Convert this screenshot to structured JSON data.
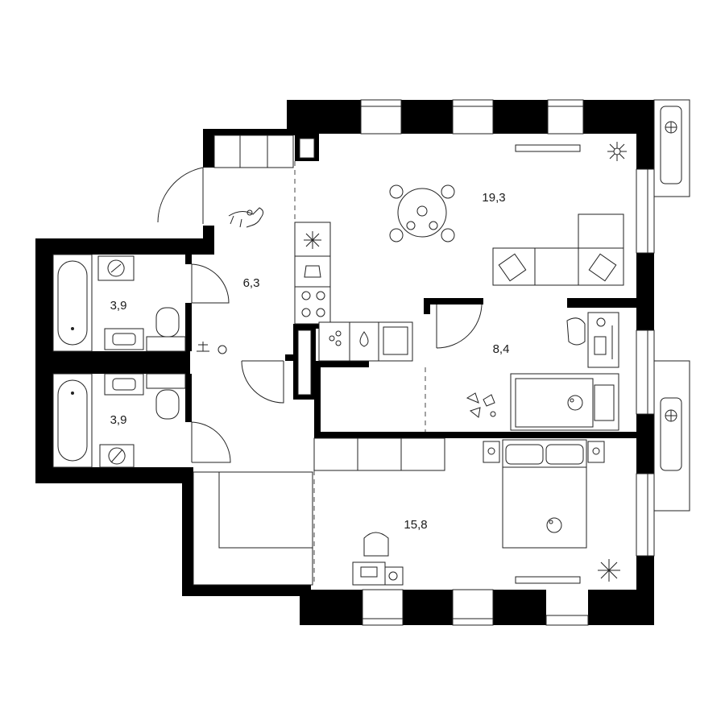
{
  "rooms": {
    "living_kitchen": {
      "area": "19,3"
    },
    "hall": {
      "area": "6,3"
    },
    "bathroom_1": {
      "area": "3,9"
    },
    "bathroom_2": {
      "area": "3,9"
    },
    "study": {
      "area": "8,4"
    },
    "bedroom": {
      "area": "15,8"
    }
  },
  "icons": {
    "dog": "dog-icon",
    "cat": "cat-icon",
    "plant": "plant-icon",
    "toys": "toys-icon",
    "snowflake": "snowflake-icon",
    "fan": "fan-icon"
  },
  "colors": {
    "wall": "#000000",
    "line": "#222222",
    "background": "#ffffff"
  }
}
